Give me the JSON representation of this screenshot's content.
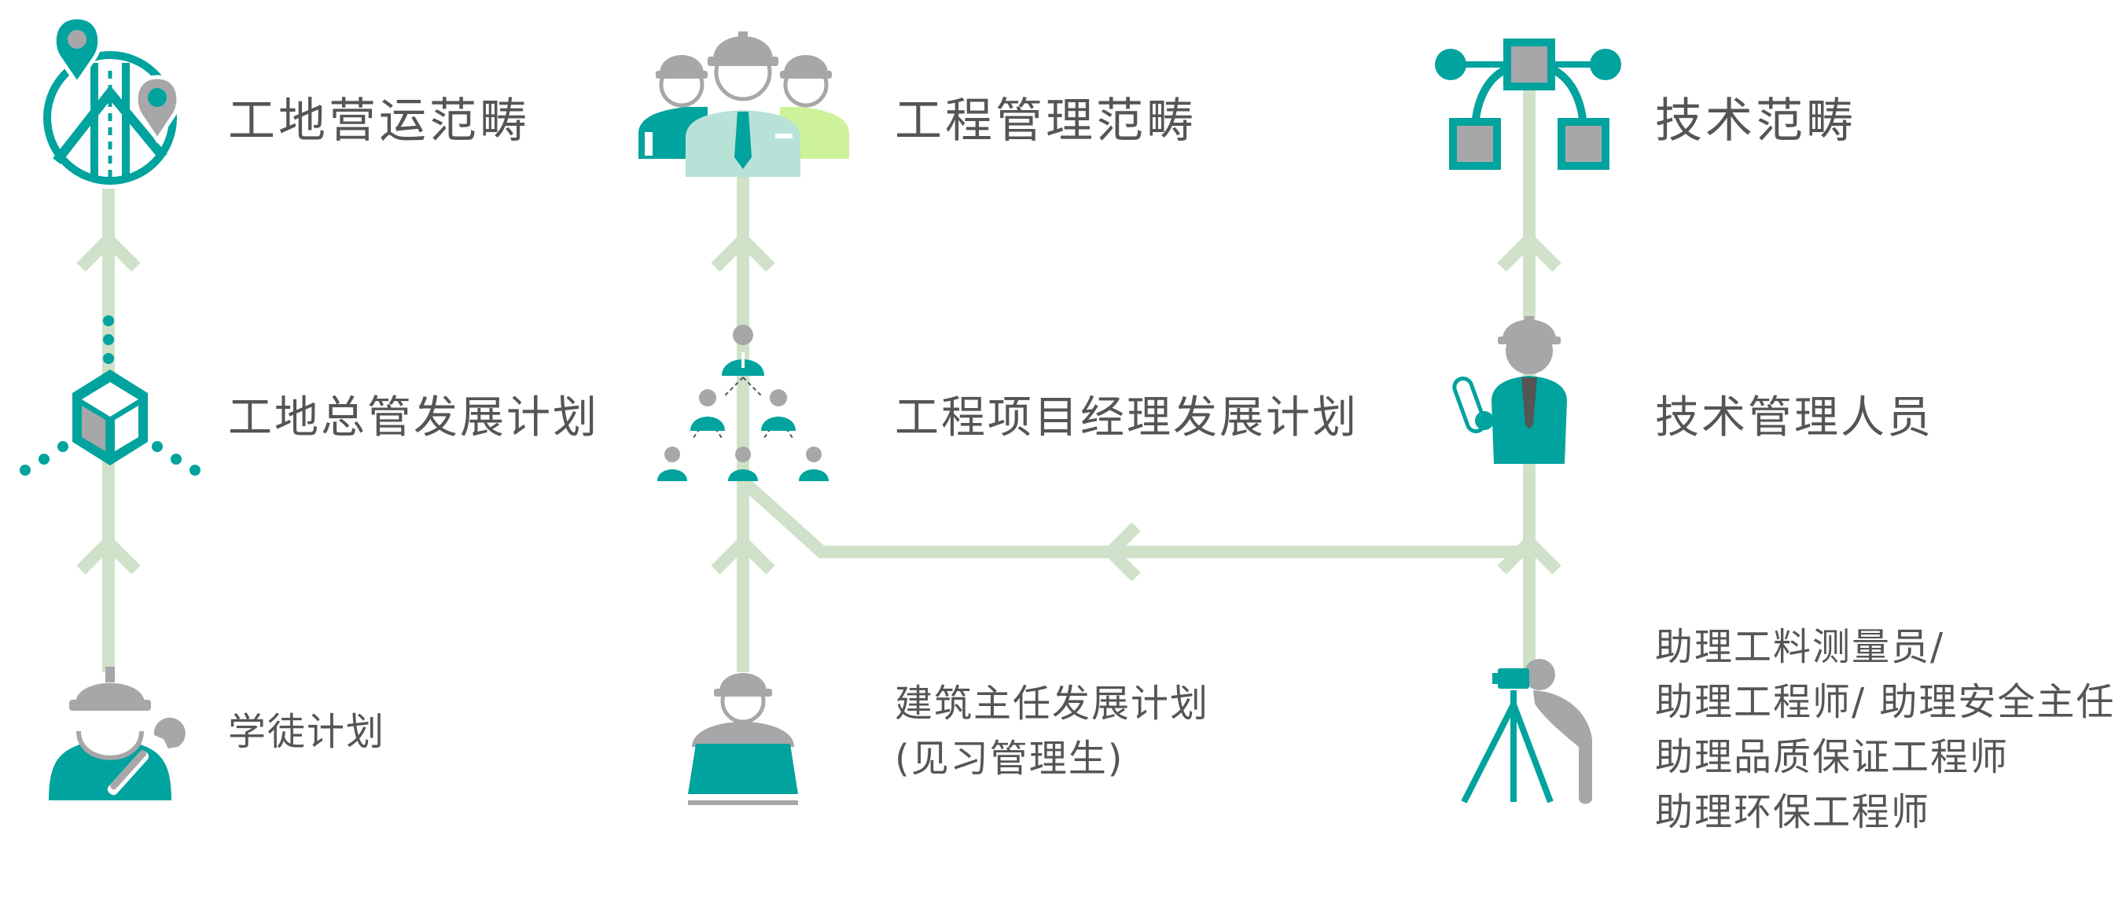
{
  "columns": [
    {
      "category": {
        "label": "工地营运范畴",
        "icon": "map-pin-icon"
      },
      "plan": {
        "label": "工地总管发展计划",
        "icon": "cube-icon"
      },
      "entry": {
        "lines": [
          "学徒计划"
        ],
        "icon": "apprentice-worker-icon"
      }
    },
    {
      "category": {
        "label": "工程管理范畴",
        "icon": "team-workers-icon"
      },
      "plan": {
        "label": "工程项目经理发展计划",
        "icon": "org-chart-icon"
      },
      "entry": {
        "lines": [
          "建筑主任发展计划",
          "(见习管理生)"
        ],
        "icon": "laptop-worker-icon"
      }
    },
    {
      "category": {
        "label": "技术范畴",
        "icon": "vector-nodes-icon"
      },
      "plan": {
        "label": "技术管理人员",
        "icon": "engineer-blueprint-icon"
      },
      "entry": {
        "lines": [
          "助理工料测量员/",
          "助理工程师/ 助理安全主任",
          "助理品质保证工程师",
          "助理环保工程师"
        ],
        "icon": "surveyor-tripod-icon"
      }
    }
  ],
  "colors": {
    "path": "#cfe2c9",
    "teal": "#00a39e",
    "gray": "#a7a7a9",
    "light_teal": "#b8e2d8",
    "light_green": "#cdf29a",
    "text": "#555555"
  }
}
